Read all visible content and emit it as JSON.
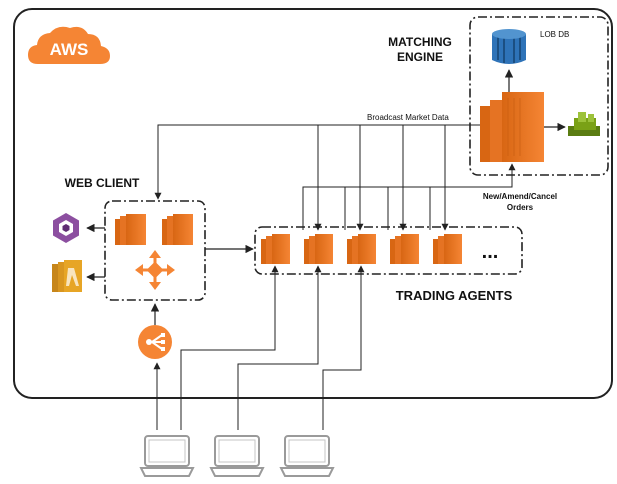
{
  "cloud": {
    "label": "AWS",
    "color": "#F58534"
  },
  "sections": {
    "matching_engine": {
      "title_line1": "MATCHING",
      "title_line2": "ENGINE"
    },
    "web_client": {
      "title": "WEB CLIENT"
    },
    "trading_agents": {
      "title": "TRADING AGENTS",
      "ellipsis": "..."
    }
  },
  "labels": {
    "lob_db": "LOB DB",
    "broadcast": "Broadcast Market Data",
    "orders_line1": "New/Amend/Cancel",
    "orders_line2": "Orders"
  },
  "icons": {
    "database": "dynamodb-icon",
    "compute": "ec2-instance-icon",
    "queue": "sqs-queue-icon",
    "cognito": "cognito-icon",
    "lambda": "lambda-icon",
    "autoscaling": "auto-scaling-icon",
    "load_balancer": "load-balancer-icon",
    "laptop": "laptop-icon"
  },
  "colors": {
    "orange": "#F58534",
    "orange_dark": "#D86613",
    "db_blue": "#2E73B8",
    "queue_green": "#7AA116",
    "cognito_purple": "#8C4FA0",
    "lambda_gold": "#E7A525",
    "line": "#222222"
  },
  "counts": {
    "trading_agents": 5,
    "laptops": 3
  }
}
